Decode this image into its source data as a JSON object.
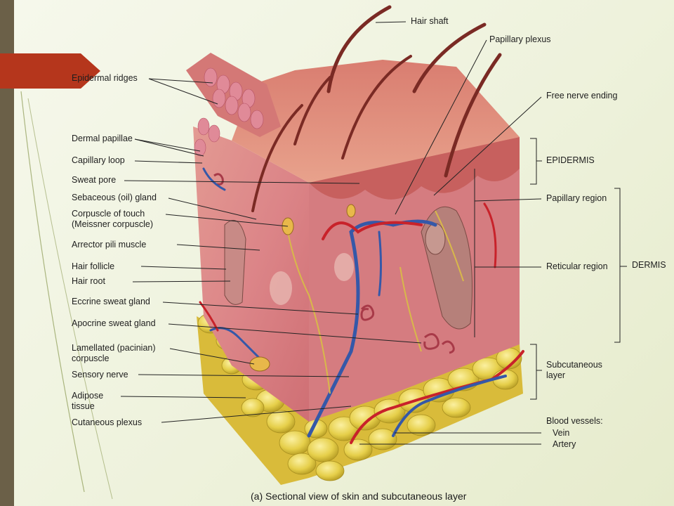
{
  "labels_left": {
    "epidermal_ridges": "Epidermal ridges",
    "dermal_papillae": "Dermal papillae",
    "capillary_loop": "Capillary loop",
    "sweat_pore": "Sweat pore",
    "sebaceous_gland": "Sebaceous (oil) gland",
    "corpuscle_touch": "Corpuscle of touch\n(Meissner corpuscle)",
    "arrector_pili": "Arrector pili muscle",
    "hair_follicle": "Hair follicle",
    "hair_root": "Hair root",
    "eccrine": "Eccrine sweat gland",
    "apocrine": "Apocrine sweat gland",
    "lamellated": "Lamellated (pacinian)\ncorpuscle",
    "sensory_nerve": "Sensory nerve",
    "adipose": "Adipose\ntissue",
    "cutaneous_plexus": "Cutaneous plexus"
  },
  "labels_right": {
    "hair_shaft": "Hair shaft",
    "papillary_plexus": "Papillary plexus",
    "free_nerve": "Free nerve ending",
    "epidermis": "EPIDERMIS",
    "papillary_region": "Papillary region",
    "reticular_region": "Reticular region",
    "dermis": "DERMIS",
    "subcutaneous": "Subcutaneous\nlayer",
    "blood_vessels": "Blood vessels:",
    "vein": "Vein",
    "artery": "Artery"
  },
  "caption": "(a) Sectional view of skin and subcutaneous layer",
  "colors": {
    "accent_tab": "#b5361c",
    "side_bar": "#6b6048",
    "skin": "#d9767a",
    "fat": "#e6cf4a",
    "artery": "#c8222a",
    "vein": "#3558a8"
  }
}
